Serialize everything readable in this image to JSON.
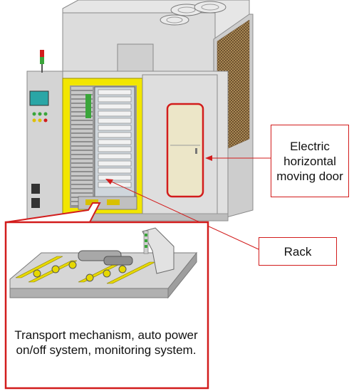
{
  "labels": {
    "door_callout": "Electric horizontal moving door",
    "rack_callout": "Rack",
    "detail_caption": "Transport mechanism, auto power on/off system, monitoring system."
  },
  "colors": {
    "callout_red": "#d21c1c",
    "frame_yellow": "#f2e600",
    "cabinet_gray": "#d9d9d9",
    "vent_brown": "#8a6a3c",
    "screen_teal": "#2aa6a6"
  }
}
